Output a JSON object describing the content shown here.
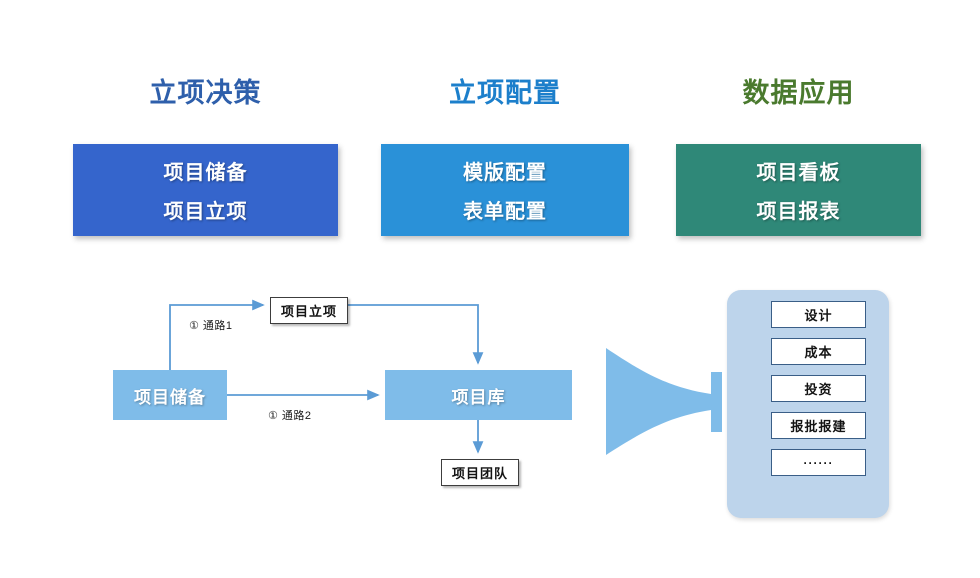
{
  "pillars": [
    {
      "title": "立项决策",
      "title_color": "#2E5FAB",
      "box_color": "#3565CC",
      "items": [
        "项目储备",
        "项目立项"
      ]
    },
    {
      "title": "立项配置",
      "title_color": "#1C7FCB",
      "box_color": "#2A91D8",
      "items": [
        "模版配置",
        "表单配置"
      ]
    },
    {
      "title": "数据应用",
      "title_color": "#4A7A2E",
      "box_color": "#2F8878",
      "items": [
        "项目看板",
        "项目报表"
      ]
    }
  ],
  "flow": {
    "nodes": {
      "reserve": "项目储备",
      "approval": "项目立项",
      "library": "项目库",
      "team": "项目团队"
    },
    "edge_labels": {
      "path1": "① 通路1",
      "path2": "① 通路2"
    },
    "node_fill": "#7FBCE9",
    "connector_color": "#5B9BD5"
  },
  "output": {
    "panel_color": "#BDD4EB",
    "items": [
      "设计",
      "成本",
      "投资",
      "报批报建",
      "······"
    ]
  }
}
